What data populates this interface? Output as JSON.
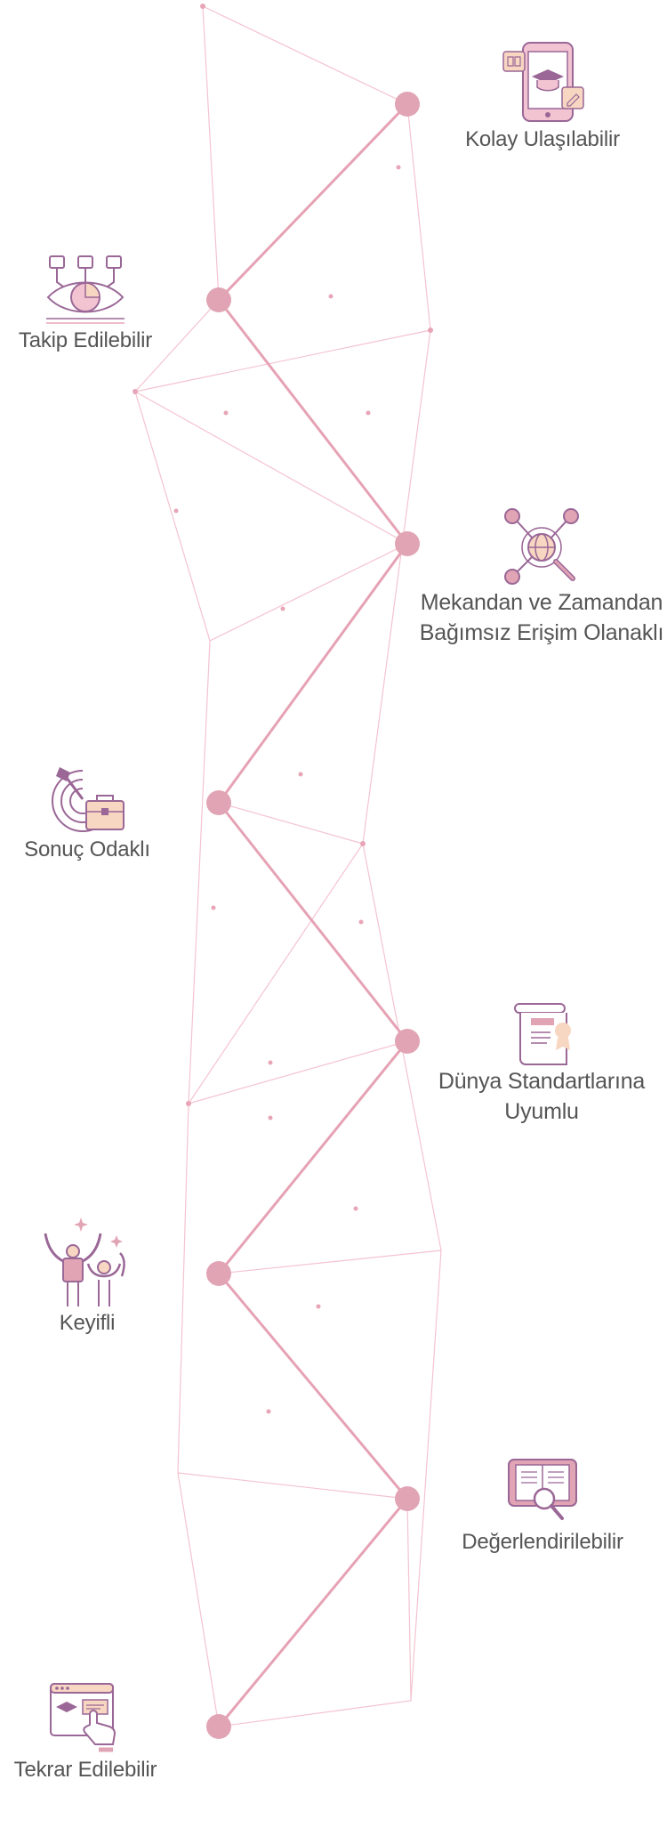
{
  "colors": {
    "accent": "#e7a5b7",
    "accent_dark": "#b86a8a",
    "purple": "#9a6796",
    "peach": "#f7d6c2",
    "line_light": "#f2bccb",
    "text": "#555555"
  },
  "features": [
    {
      "id": "kolay-ulasilabilir",
      "icon": "mobile-learning-icon",
      "lines": [
        "Kolay Ulaşılabilir"
      ]
    },
    {
      "id": "takip-edilebilir",
      "icon": "eye-analytics-icon",
      "lines": [
        "Takip Edilebilir"
      ]
    },
    {
      "id": "mekandan-bagimsiz",
      "icon": "global-network-icon",
      "lines": [
        "Mekandan ve Zamandan",
        "Bağımsız Erişim Olanaklı"
      ]
    },
    {
      "id": "sonuc-odakli",
      "icon": "target-briefcase-icon",
      "lines": [
        "Sonuç Odaklı"
      ]
    },
    {
      "id": "dunya-standartlari",
      "icon": "certificate-scroll-icon",
      "lines": [
        "Dünya Standartlarına",
        "Uyumlu"
      ]
    },
    {
      "id": "keyifli",
      "icon": "celebrating-people-icon",
      "lines": [
        "Keyifli"
      ]
    },
    {
      "id": "degerlendirilebilir",
      "icon": "book-magnifier-icon",
      "lines": [
        "Değerlendirilebilir"
      ]
    },
    {
      "id": "tekrar-edilebilir",
      "icon": "browser-click-icon",
      "lines": [
        "Tekrar Edilebilir"
      ]
    }
  ]
}
